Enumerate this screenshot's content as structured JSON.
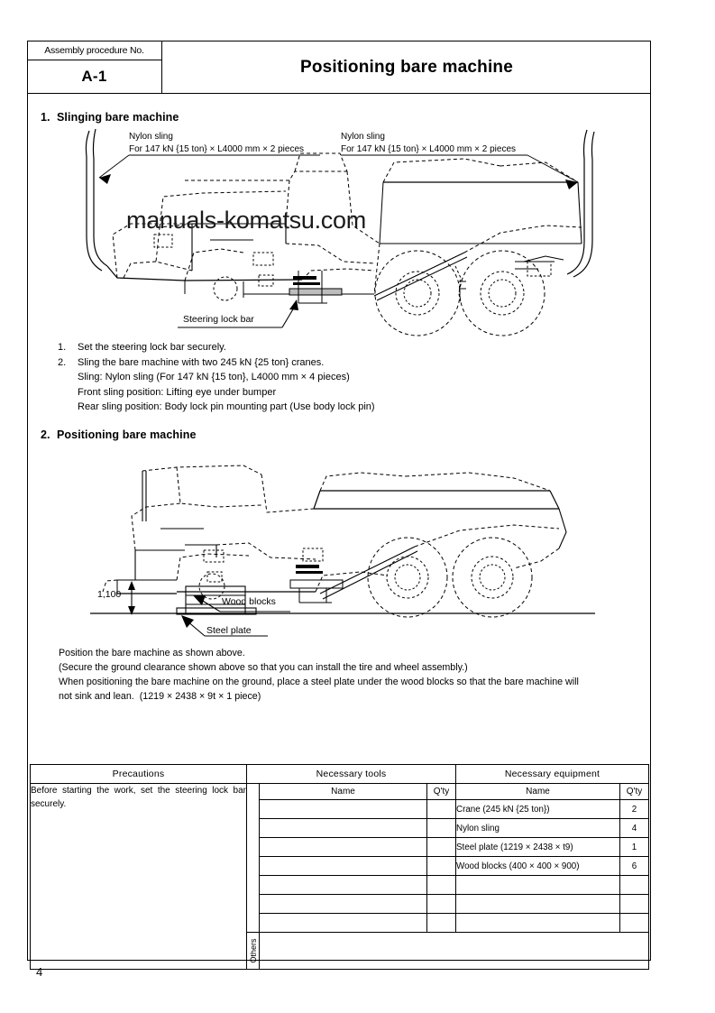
{
  "header": {
    "procedure_label": "Assembly procedure No.",
    "procedure_no": "A-1",
    "title": "Positioning bare machine"
  },
  "section1": {
    "heading_num": "1.",
    "heading": "Slinging bare machine",
    "sling_label_left_line1": "Nylon sling",
    "sling_label_left_line2": "For 147 kN {15 ton} × L4000 mm × 2 pieces",
    "sling_label_right_line1": "Nylon sling",
    "sling_label_right_line2": "For 147 kN {15 ton} × L4000 mm × 2 pieces",
    "callout_steering_lock_bar": "Steering lock bar",
    "steps": [
      {
        "marker": "1.",
        "lines": [
          "Set the steering lock bar securely."
        ]
      },
      {
        "marker": "2.",
        "lines": [
          "Sling the bare machine with two 245 kN {25 ton} cranes.",
          "Sling: Nylon sling (For 147 kN {15 ton}, L4000 mm × 4 pieces)",
          "Front sling position: Lifting eye under bumper",
          "Rear sling position: Body lock pin mounting part (Use body lock pin)"
        ]
      }
    ]
  },
  "section2": {
    "heading_num": "2.",
    "heading": "Positioning bare machine",
    "dimension_label": "1,100",
    "callout_wood_blocks": "Wood blocks",
    "callout_steel_plate": "Steel plate",
    "paragraph": "Position the bare machine as shown above.\n(Secure the ground clearance shown above so that you can install the tire and wheel assembly.)\nWhen positioning the bare machine on the ground, place a steel plate under the wood blocks so that the bare machine will\nnot sink and lean.  (1219 × 2438 × 9t × 1 piece)"
  },
  "watermark": {
    "text": "manuals-komatsu.com"
  },
  "table": {
    "headers": {
      "precautions": "Precautions",
      "necessary_tools": "Necessary tools",
      "necessary_equipment": "Necessary equipment",
      "name": "Name",
      "qty": "Q'ty"
    },
    "precautions_text": "Before starting the work, set the steering lock bar securely.",
    "others_label": "Others",
    "tools_rows": [
      {
        "name": "",
        "qty": ""
      },
      {
        "name": "",
        "qty": ""
      },
      {
        "name": "",
        "qty": ""
      },
      {
        "name": "",
        "qty": ""
      },
      {
        "name": "",
        "qty": ""
      },
      {
        "name": "",
        "qty": ""
      },
      {
        "name": "",
        "qty": ""
      }
    ],
    "equipment_rows": [
      {
        "name": "Crane (245 kN {25 ton})",
        "qty": "2"
      },
      {
        "name": "Nylon sling",
        "qty": "4"
      },
      {
        "name": "Steel plate (1219 × 2438 × t9)",
        "qty": "1"
      },
      {
        "name": "Wood blocks (400 × 400 × 900)",
        "qty": "6"
      },
      {
        "name": "",
        "qty": ""
      },
      {
        "name": "",
        "qty": ""
      },
      {
        "name": "",
        "qty": ""
      }
    ]
  },
  "footer": {
    "page_number": "4"
  }
}
